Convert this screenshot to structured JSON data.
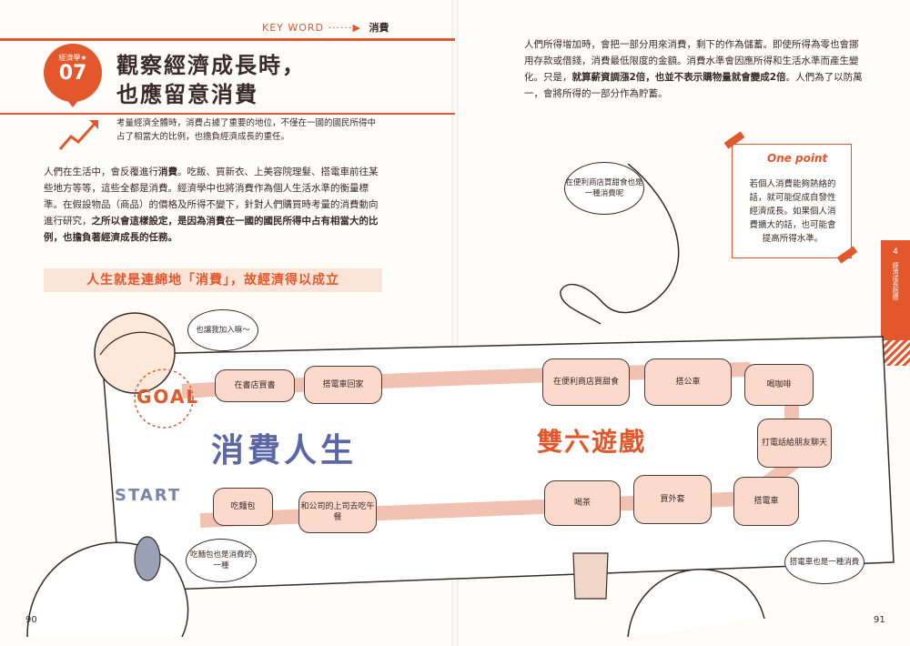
{
  "header": {
    "keyword_prefix": "KEY WORD",
    "arrow": "······▶",
    "keyword": "消費"
  },
  "badge": {
    "label": "經濟學★",
    "number": "07"
  },
  "title": {
    "line1": "觀察經濟成長時，",
    "line2": "也應留意消費"
  },
  "lead": "考量經濟全體時，消費占據了重要的地位，不僅在一國的國民所得中占了相當大的比例，也擔負經濟成長的重任。",
  "left_body": {
    "p1_a": "人們在生活中，會反覆進行",
    "p1_b": "消費",
    "p1_c": "。吃飯、買新衣、上美容院理髮、搭電車前往某些地方等等，這些全都是消費。經濟學中也將消費作為個人生活水準的衡量標準。在假設物品（商品）的價格及所得不變下，針對人們購買時考量的消費動向進行研究，",
    "p1_d": "之所以會這樣設定，是因為消費在一國的國民所得中占有相當大的比例，也擔負著經濟成長的任務。"
  },
  "subhead": "人生就是連綿地「消費」，故經濟得以成立",
  "right_body": {
    "a": "人們所得增加時，會把一部分用來消費，剩下的作為儲蓄。即使所得為零也會挪用存款或借錢，消費最低限度的金額。消費水準會因應所得和生活水準而產生變化。只是，",
    "b": "就算薪資調漲2倍，也並不表示購物量就會變成2倍",
    "c": "。人們為了以防萬一，會將所得的一部分作為貯蓄。"
  },
  "onepoint": {
    "heading": "One point",
    "text": "若個人消費能夠熱絡的話，就可能促成自發性經濟成長。如果個人消費擴大的話，也可能會提高所得水準。"
  },
  "sidetab": {
    "num": "4",
    "text": "經濟成長指標"
  },
  "illustration": {
    "goal": "GOAL",
    "start": "START",
    "board_title": "消費人生",
    "game_title": "雙六遊戲",
    "top_row": [
      "在書店買書",
      "搭電車回家",
      "在便利商店買甜食",
      "搭公車",
      "喝咖啡"
    ],
    "right_side": "打電話給朋友聊天",
    "bottom_row": [
      "吃麵包",
      "和公司的上司去吃午餐",
      "喝茶",
      "買外套",
      "搭電車"
    ],
    "bubbles": {
      "join": "也讓我加入嘛～",
      "convenience": "在便利商店買甜食也是一種消費呢",
      "bread": "吃麵包也是消費的一種",
      "train": "搭電車也是一種消費"
    }
  },
  "page_numbers": {
    "left": "90",
    "right": "91"
  },
  "colors": {
    "accent": "#e2572b",
    "square_fill": "#fbd9cb",
    "subhead_fill": "#fde4d8"
  }
}
